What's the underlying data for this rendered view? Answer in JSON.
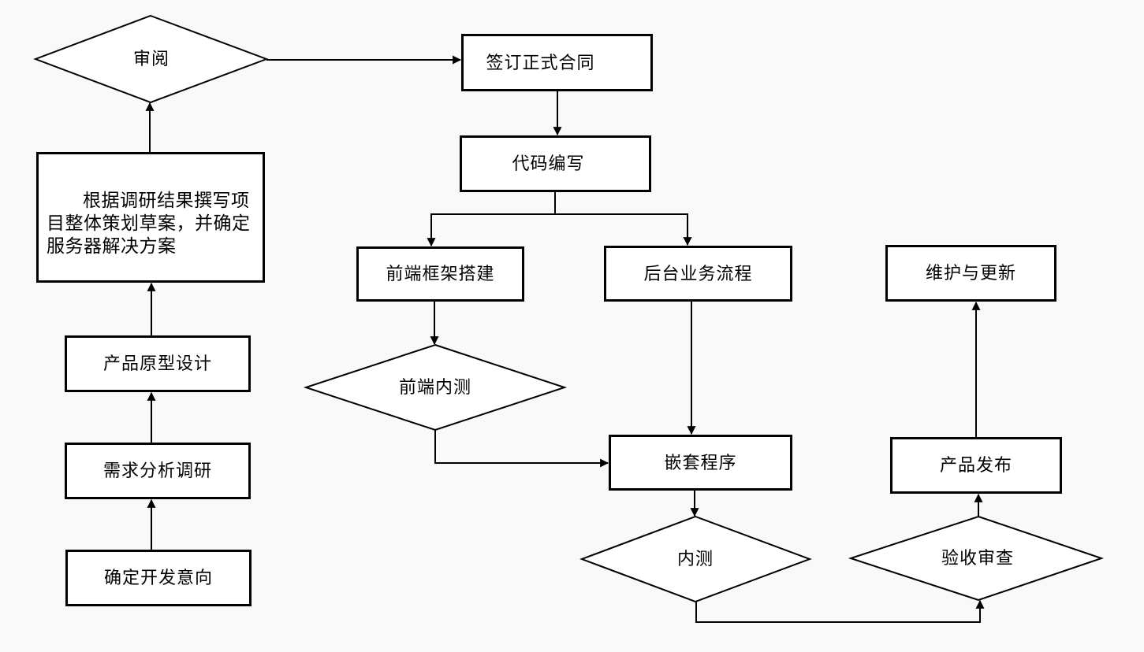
{
  "colors": {
    "background": "#f9f9f9",
    "node_fill": "#ffffff",
    "line": "#000000",
    "text": "#000000"
  },
  "nodes": {
    "determine_intention": {
      "label": "确定开发意向",
      "shape": "rect"
    },
    "requirement_research": {
      "label": "需求分析调研",
      "shape": "rect"
    },
    "prototype_design": {
      "label": "产品原型设计",
      "shape": "rect"
    },
    "draft_plan": {
      "label": "根据调研结果撰写项目整体策划草案，并确定服务器解决方案",
      "shape": "rect"
    },
    "review": {
      "label": "审阅",
      "shape": "diamond"
    },
    "sign_contract": {
      "label": "签订正式合同",
      "shape": "rect"
    },
    "code_writing": {
      "label": "代码编写",
      "shape": "rect"
    },
    "frontend_framework": {
      "label": "前端框架搭建",
      "shape": "rect"
    },
    "backend_process": {
      "label": "后台业务流程",
      "shape": "rect"
    },
    "frontend_internal_test": {
      "label": "前端内测",
      "shape": "diamond"
    },
    "nested_program": {
      "label": "嵌套程序",
      "shape": "rect"
    },
    "internal_test": {
      "label": "内测",
      "shape": "diamond"
    },
    "acceptance_review": {
      "label": "验收审查",
      "shape": "diamond"
    },
    "product_release": {
      "label": "产品发布",
      "shape": "rect"
    },
    "maintenance_update": {
      "label": "维护与更新",
      "shape": "rect"
    }
  },
  "edges": [
    {
      "from": "determine_intention",
      "to": "requirement_research"
    },
    {
      "from": "requirement_research",
      "to": "prototype_design"
    },
    {
      "from": "prototype_design",
      "to": "draft_plan"
    },
    {
      "from": "draft_plan",
      "to": "review"
    },
    {
      "from": "review",
      "to": "sign_contract"
    },
    {
      "from": "sign_contract",
      "to": "code_writing"
    },
    {
      "from": "code_writing",
      "to": "frontend_framework"
    },
    {
      "from": "code_writing",
      "to": "backend_process"
    },
    {
      "from": "frontend_framework",
      "to": "frontend_internal_test"
    },
    {
      "from": "frontend_internal_test",
      "to": "nested_program"
    },
    {
      "from": "backend_process",
      "to": "nested_program"
    },
    {
      "from": "nested_program",
      "to": "internal_test"
    },
    {
      "from": "internal_test",
      "to": "acceptance_review"
    },
    {
      "from": "acceptance_review",
      "to": "product_release"
    },
    {
      "from": "product_release",
      "to": "maintenance_update"
    }
  ]
}
